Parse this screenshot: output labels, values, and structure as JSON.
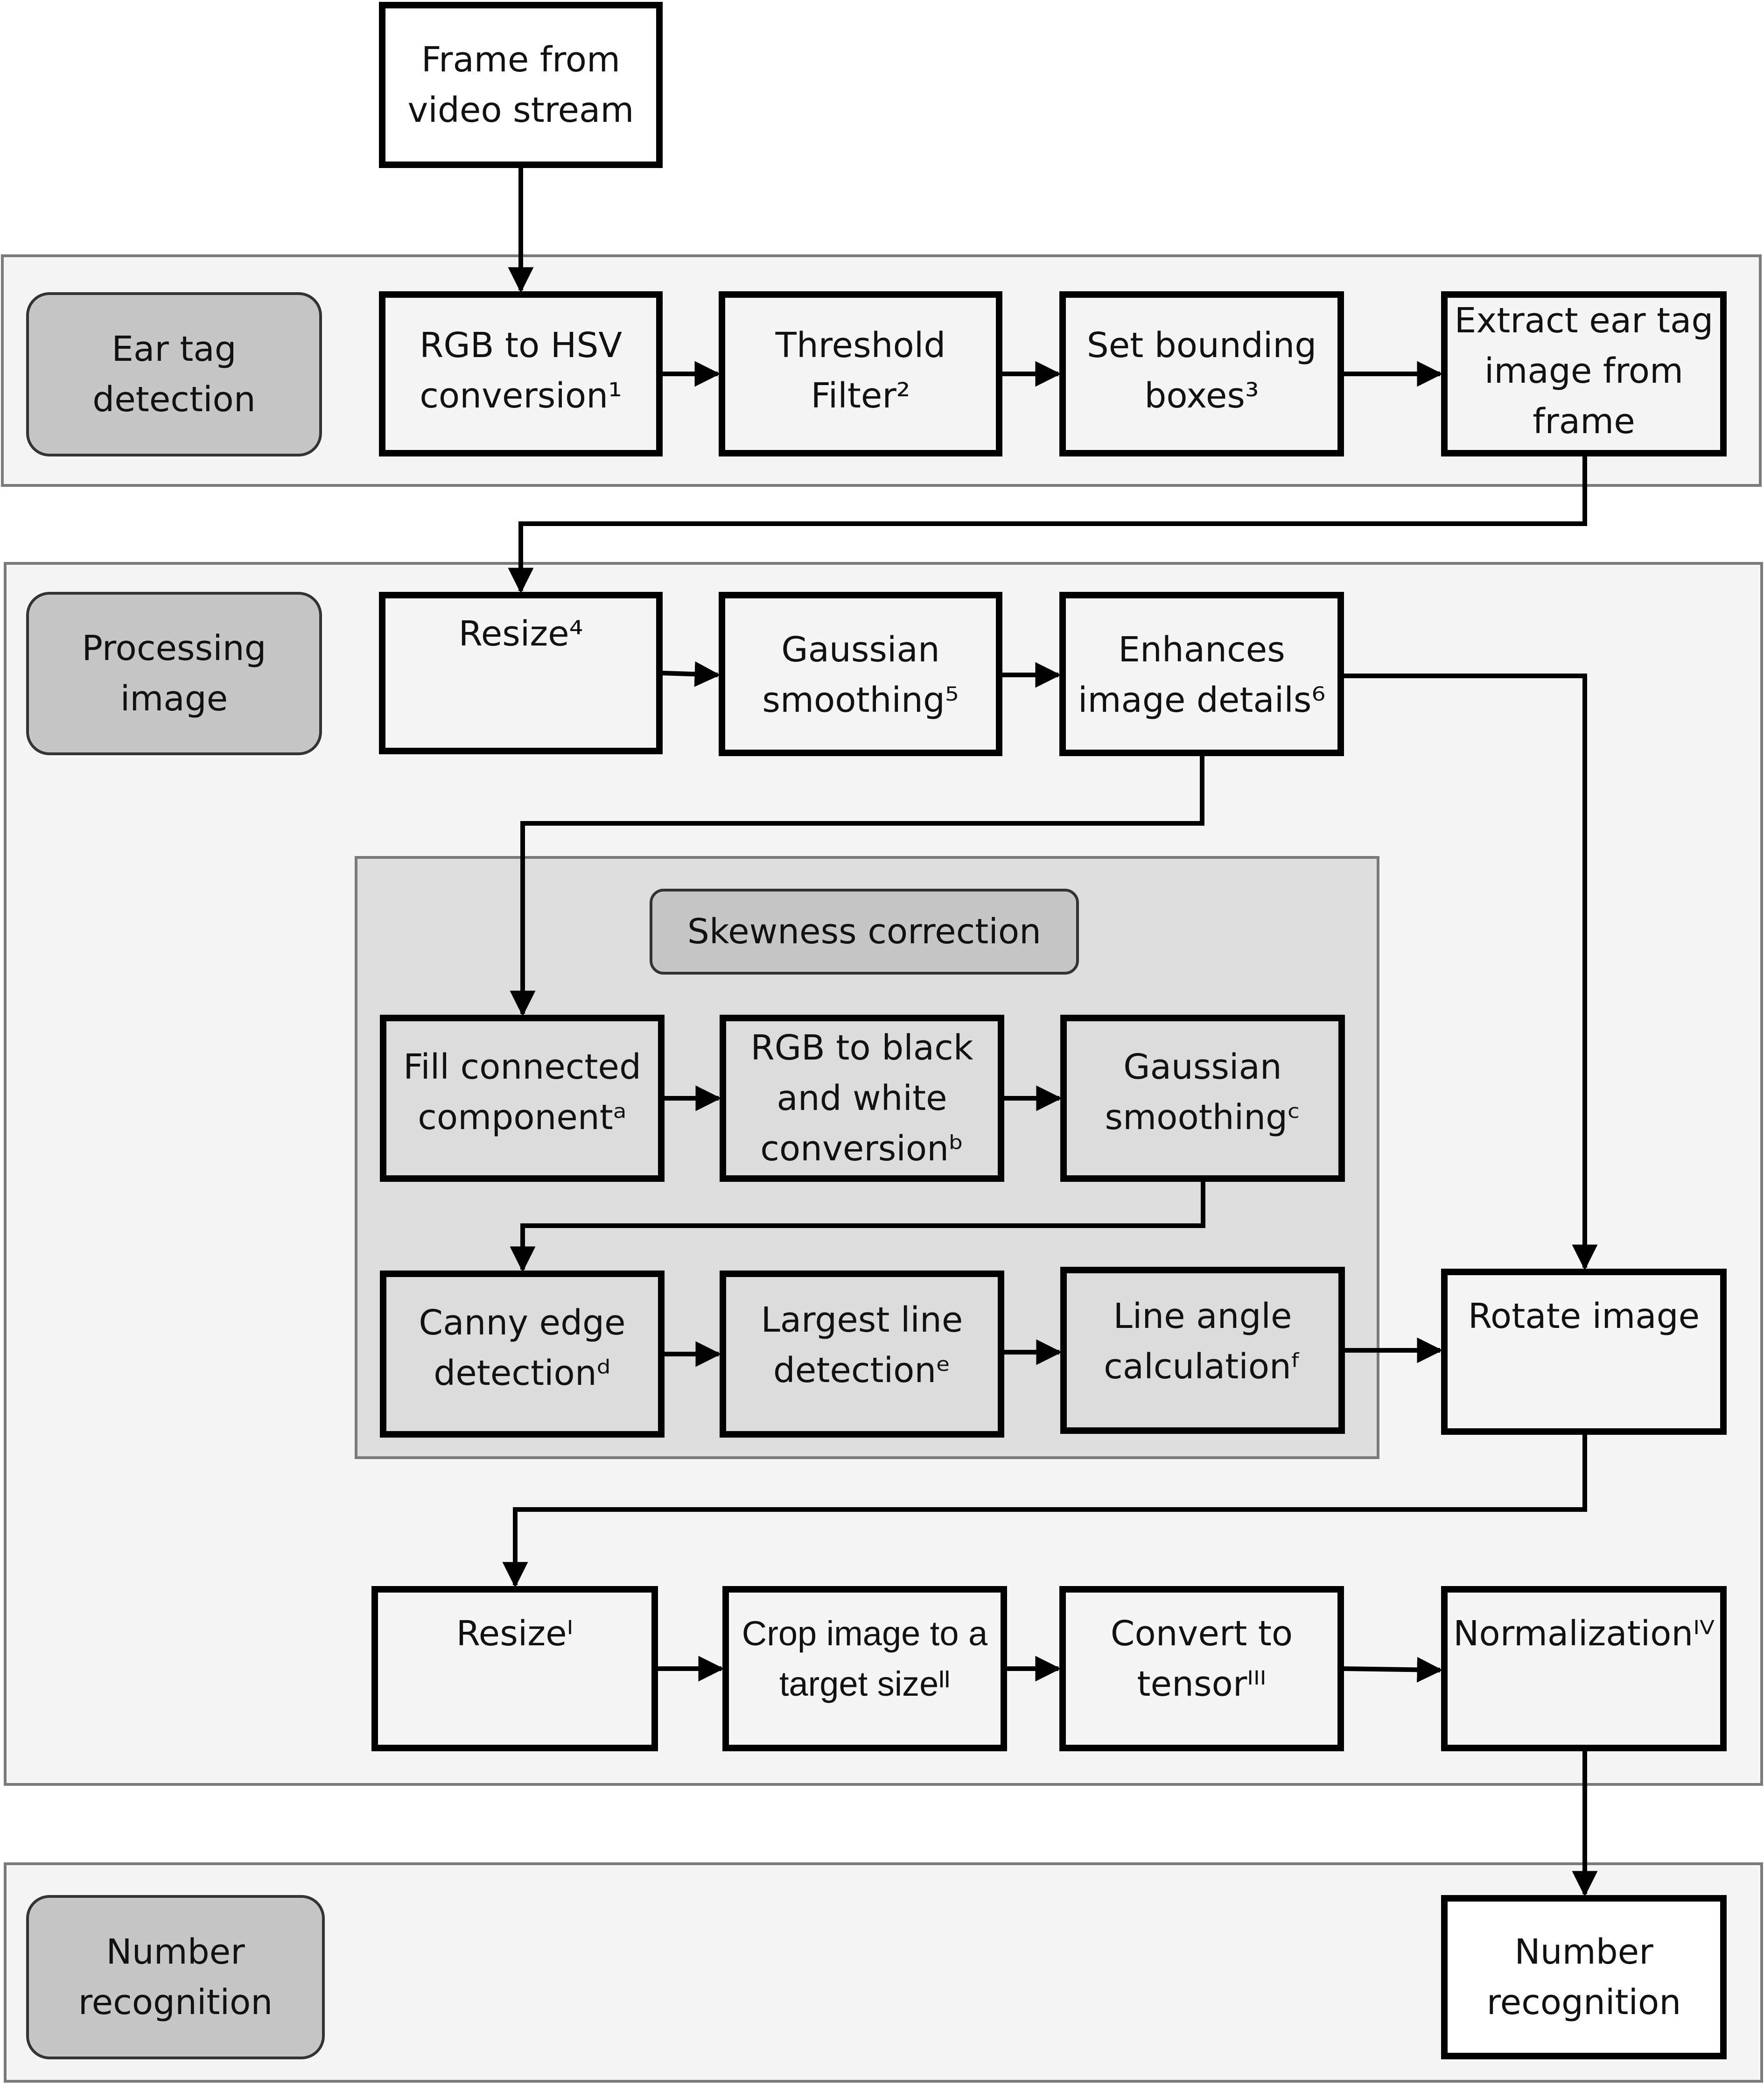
{
  "start": {
    "frame": "Frame from\nvideo stream"
  },
  "sections": {
    "ear_tag_detection": "Ear tag\ndetection",
    "processing_image": "Processing\nimage",
    "number_recognition": "Number\nrecognition"
  },
  "ear_tag_row": {
    "rgb_hsv": "RGB to HSV\nconversion¹",
    "threshold": "Threshold\nFilter²",
    "bounding": "Set bounding\nboxes³",
    "extract": "Extract ear tag\nimage from\nframe"
  },
  "processing_row": {
    "resize": "Resize⁴",
    "gaussian": "Gaussian\nsmoothing⁵",
    "enhance": "Enhances\nimage details⁶"
  },
  "skewness": {
    "title": "Skewness correction",
    "fill": "Fill connected\ncomponentᵃ",
    "rgb_bw": "RGB to black\nand white\nconversionᵇ",
    "gaussian": "Gaussian\nsmoothingᶜ",
    "canny": "Canny edge\ndetectionᵈ",
    "largest_line": "Largest line\ndetectionᵉ",
    "line_angle": "Line angle\ncalculationᶠ"
  },
  "rotate": "Rotate image",
  "final_row": {
    "resize": "Resizeᴵ",
    "crop": "Crop image to a\ntarget sizeᴵᴵ",
    "tensor": "Convert to\ntensorᴵᴵᴵ",
    "normalization": "Normalizationᴵⱽ"
  },
  "number_recognition_box": "Number\nrecognition"
}
